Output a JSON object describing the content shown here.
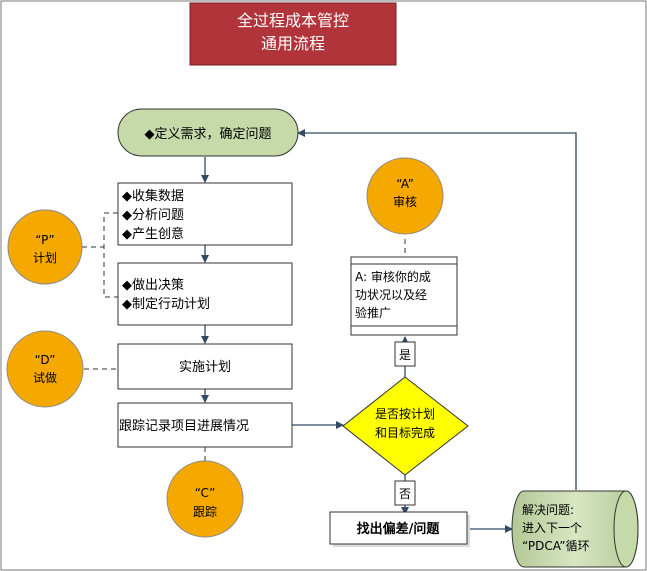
{
  "title": {
    "line1": "全过程成本管控",
    "line2": "通用流程"
  },
  "start": {
    "label": "◆定义需求，确定问题"
  },
  "collect": {
    "lines": [
      "◆收集数据",
      "◆分析问题",
      "◆产生创意"
    ]
  },
  "decide": {
    "lines": [
      "◆做出决策",
      "◆制定行动计划"
    ]
  },
  "implement": {
    "label": "实施计划"
  },
  "track": {
    "label": "跟踪记录项目进展情况"
  },
  "phase_p": {
    "letter": "“P”",
    "name": "计划"
  },
  "phase_d": {
    "letter": "“D”",
    "name": "试做"
  },
  "phase_c": {
    "letter": "“C”",
    "name": "跟踪"
  },
  "phase_a": {
    "letter": "“A”",
    "name": "审核"
  },
  "review": {
    "lines": [
      "A: 审核你的成",
      "功状况以及经",
      "验推广"
    ]
  },
  "decision": {
    "line1": "是否按计划",
    "line2": "和目标完成"
  },
  "yes_label": "是",
  "no_label": "否",
  "deviation": {
    "label": "找出偏差/问题"
  },
  "solve": {
    "lines": [
      "解决问题:",
      "进入下一个",
      "“PDCA”循环"
    ]
  },
  "colors": {
    "title_bg": "#b0343a",
    "process_fill": "#c6d9a8",
    "phase_fill": "#f5a800",
    "decision_fill": "#ffff00",
    "arrow": "#334a63"
  }
}
